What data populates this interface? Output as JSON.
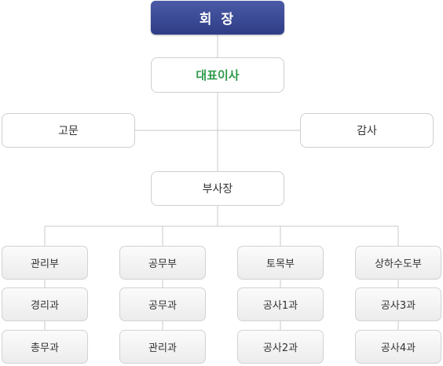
{
  "chairman": "회 장",
  "ceo": "대표이사",
  "advisor": "고문",
  "auditor": "감사",
  "vice_president": "부사장",
  "departments": [
    {
      "name": "관리부",
      "teams": [
        "경리과",
        "총무과"
      ]
    },
    {
      "name": "공무부",
      "teams": [
        "공무과",
        "관리과"
      ]
    },
    {
      "name": "토목부",
      "teams": [
        "공사1과",
        "공사2과"
      ]
    },
    {
      "name": "상하수도부",
      "teams": [
        "공사3과",
        "공사4과"
      ]
    }
  ],
  "colors": {
    "chairman_bg": "#3a4896",
    "ceo_text": "#2e9a4a",
    "line": "#c8c8c8"
  }
}
